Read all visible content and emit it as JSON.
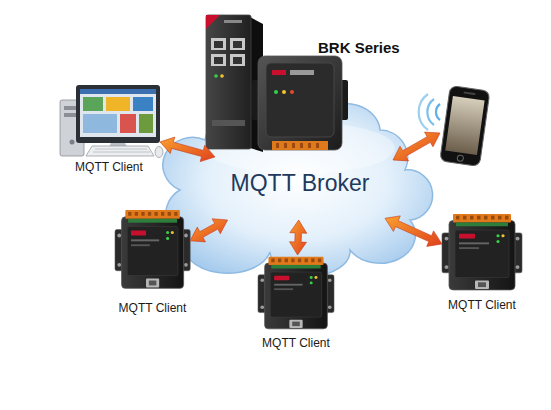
{
  "diagram": {
    "nodes": [
      {
        "text": [
          "MQTT Client"
        ]
      },
      {
        "text": [
          "MQTT Broker"
        ]
      },
      {
        "text": [
          "MQTT Client"
        ]
      },
      {
        "text": [
          "MQTT Client"
        ]
      },
      {
        "text": [
          "MQTT Client"
        ]
      }
    ],
    "edges": [
      {
        "from": 1,
        "to": 0,
        "arrow": "both"
      },
      {
        "from": 1,
        "to": 2,
        "arrow": "both"
      },
      {
        "from": 1,
        "to": 3,
        "arrow": "both"
      },
      {
        "from": 1,
        "to": 4,
        "arrow": "both"
      }
    ],
    "labels": [
      "BRK Series"
    ]
  }
}
